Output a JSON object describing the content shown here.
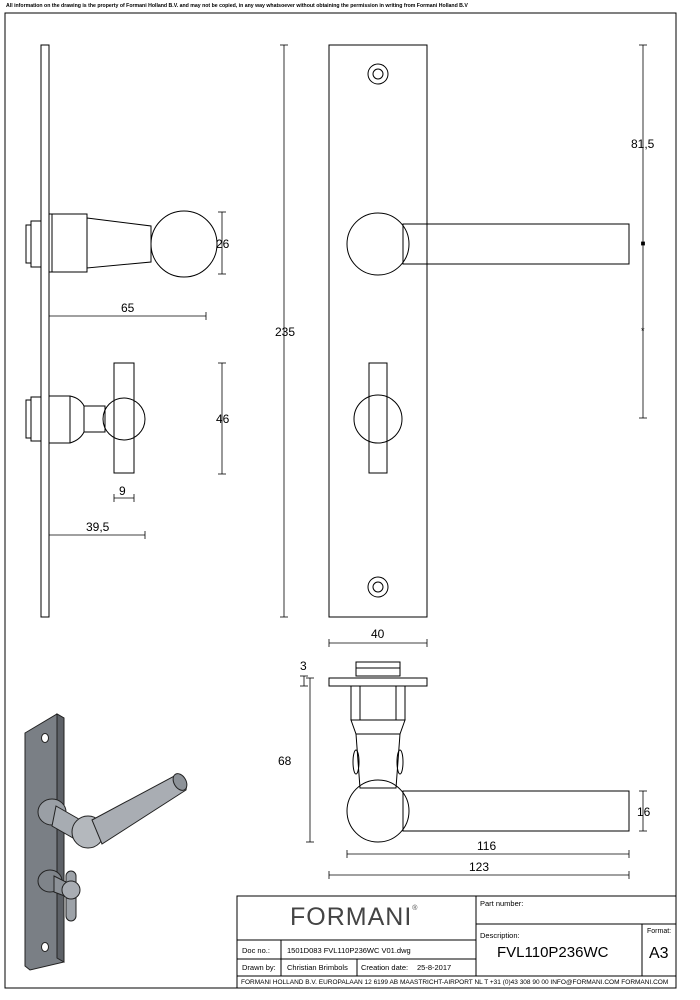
{
  "disclaimer": "All information on the drawing is the property of Formani Holland B.V. and may not be copied, in any way whatsoever without obtaining the permission in writing from Formani Holland B.V",
  "dimensions": {
    "knob_diameter": "26",
    "handle_projection": "65",
    "turn_width": "46",
    "turn_depth": "9",
    "turn_projection": "39,5",
    "plate_height": "235",
    "plate_width": "40",
    "handle_offset": "81,5",
    "centre_mark": "*",
    "plate_thickness": "3",
    "rose_height": "68",
    "lever_thickness": "16",
    "lever_length": "116",
    "lever_total": "123"
  },
  "title_block": {
    "logo": "FORMANI",
    "logo_mark": "®",
    "doc_no_label": "Doc no.:",
    "doc_no_value": "1501D083 FVL110P236WC V01.dwg",
    "drawn_by_label": "Drawn by:",
    "drawn_by_value": "Christian Brimbols",
    "creation_date_label": "Creation date:",
    "creation_date_value": "25-8-2017",
    "address": "FORMANI HOLLAND B.V.  EUROPALAAN 12  6199 AB MAASTRICHT-AIRPORT NL  T +31 (0)43 308 90 00 INFO@FORMANI.COM FORMANI.COM",
    "part_number_label": "Part number:",
    "description_label": "Description:",
    "description_value": "FVL110P236WC",
    "format_label": "Format:",
    "format_value": "A3"
  }
}
